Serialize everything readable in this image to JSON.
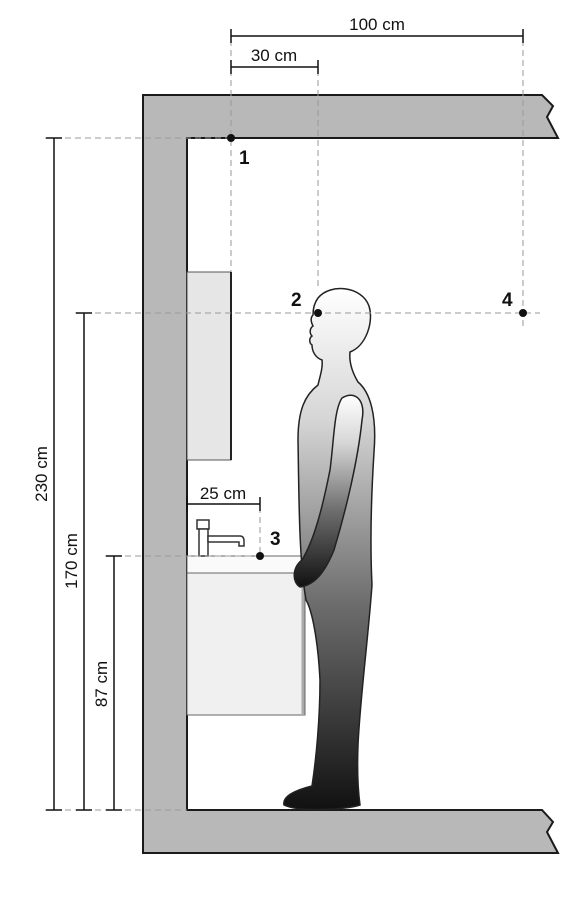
{
  "dimensions": {
    "top_100": "100 cm",
    "top_30": "30 cm",
    "basin_25": "25 cm",
    "height_230": "230 cm",
    "height_170": "170 cm",
    "height_87": "87 cm"
  },
  "points": {
    "p1": "1",
    "p2": "2",
    "p3": "3",
    "p4": "4"
  },
  "colors": {
    "wall": "#b8b8b8",
    "outline": "#1a1a1a",
    "mirror": "#e6e6e6",
    "cabinet": "#f0f0f0",
    "dash": "#9a9a9a"
  }
}
